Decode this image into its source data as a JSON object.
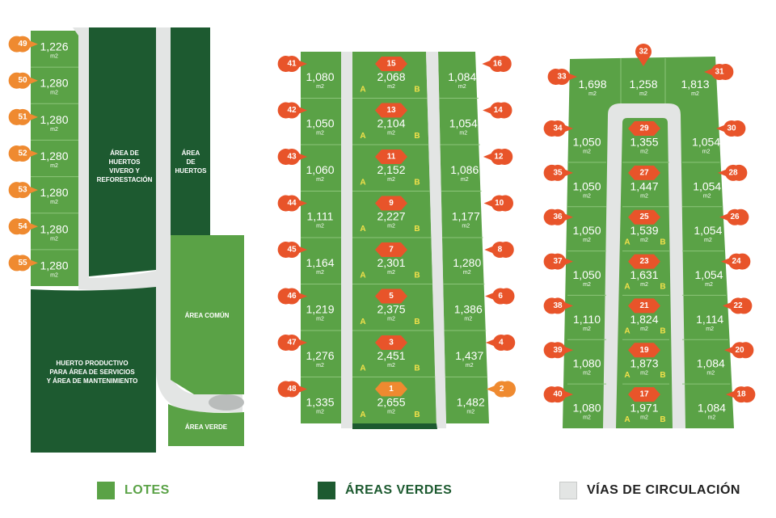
{
  "colors": {
    "lot": "#5aa246",
    "green_area": "#1d5a30",
    "road": "#e3e5e4",
    "pin": "#e8542a",
    "pin_alt": "#ef8a30",
    "ab_label": "#f2e04a",
    "divider": "#8cc47a"
  },
  "unit": "m2",
  "left_block": {
    "lots": [
      {
        "num": "49",
        "area": "1,226"
      },
      {
        "num": "50",
        "area": "1,280"
      },
      {
        "num": "51",
        "area": "1,280"
      },
      {
        "num": "52",
        "area": "1,280"
      },
      {
        "num": "53",
        "area": "1,280"
      },
      {
        "num": "54",
        "area": "1,280"
      },
      {
        "num": "55",
        "area": "1,280"
      }
    ],
    "areas": {
      "vivero": [
        "ÁREA DE",
        "HUERTOS",
        "VIVERO Y",
        "REFORESTACIÓN"
      ],
      "huertos": [
        "ÁREA",
        "DE",
        "HUERTOS"
      ],
      "comun": [
        "ÁREA COMÚN"
      ],
      "productivo": [
        "HUERTO PRODUCTIVO",
        "PARA ÁREA DE SERVICIOS",
        "Y ÁREA DE MANTENIMIENTO"
      ],
      "verde": [
        "ÁREA VERDE"
      ]
    }
  },
  "middle_block": {
    "rows": [
      {
        "left": {
          "num": "41",
          "area": "1,080"
        },
        "center": {
          "num": "15",
          "area": "2,068"
        },
        "right": {
          "num": "16",
          "area": "1,084"
        }
      },
      {
        "left": {
          "num": "42",
          "area": "1,050"
        },
        "center": {
          "num": "13",
          "area": "2,104"
        },
        "right": {
          "num": "14",
          "area": "1,054"
        }
      },
      {
        "left": {
          "num": "43",
          "area": "1,060"
        },
        "center": {
          "num": "11",
          "area": "2,152"
        },
        "right": {
          "num": "12",
          "area": "1,086"
        }
      },
      {
        "left": {
          "num": "44",
          "area": "1,111"
        },
        "center": {
          "num": "9",
          "area": "2,227"
        },
        "right": {
          "num": "10",
          "area": "1,177"
        }
      },
      {
        "left": {
          "num": "45",
          "area": "1,164"
        },
        "center": {
          "num": "7",
          "area": "2,301"
        },
        "right": {
          "num": "8",
          "area": "1,280"
        }
      },
      {
        "left": {
          "num": "46",
          "area": "1,219"
        },
        "center": {
          "num": "5",
          "area": "2,375"
        },
        "right": {
          "num": "6",
          "area": "1,386"
        }
      },
      {
        "left": {
          "num": "47",
          "area": "1,276"
        },
        "center": {
          "num": "3",
          "area": "2,451"
        },
        "right": {
          "num": "4",
          "area": "1,437"
        }
      },
      {
        "left": {
          "num": "48",
          "area": "1,335"
        },
        "center": {
          "num": "1",
          "area": "2,655"
        },
        "right": {
          "num": "2",
          "area": "1,482"
        }
      }
    ]
  },
  "right_block": {
    "top": [
      {
        "num": "33",
        "area": "1,698"
      },
      {
        "num": "32",
        "area": "1,258"
      },
      {
        "num": "31",
        "area": "1,813"
      }
    ],
    "rows": [
      {
        "left": {
          "num": "34",
          "area": "1,050"
        },
        "center": {
          "num": "29",
          "area": "1,355"
        },
        "right": {
          "num": "30",
          "area": "1,054"
        }
      },
      {
        "left": {
          "num": "35",
          "area": "1,050"
        },
        "center": {
          "num": "27",
          "area": "1,447"
        },
        "right": {
          "num": "28",
          "area": "1,054"
        }
      },
      {
        "left": {
          "num": "36",
          "area": "1,050"
        },
        "center": {
          "num": "25",
          "area": "1,539"
        },
        "right": {
          "num": "26",
          "area": "1,054"
        }
      },
      {
        "left": {
          "num": "37",
          "area": "1,050"
        },
        "center": {
          "num": "23",
          "area": "1,631"
        },
        "right": {
          "num": "24",
          "area": "1,054"
        }
      },
      {
        "left": {
          "num": "38",
          "area": "1,110"
        },
        "center": {
          "num": "21",
          "area": "1,824"
        },
        "right": {
          "num": "22",
          "area": "1,114"
        }
      },
      {
        "left": {
          "num": "39",
          "area": "1,080"
        },
        "center": {
          "num": "19",
          "area": "1,873"
        },
        "right": {
          "num": "20",
          "area": "1,084"
        }
      },
      {
        "left": {
          "num": "40",
          "area": "1,080"
        },
        "center": {
          "num": "17",
          "area": "1,971"
        },
        "right": {
          "num": "18",
          "area": "1,084"
        }
      }
    ]
  },
  "legend": {
    "lotes": "LOTES",
    "areas_verdes": "ÁREAS VERDES",
    "vias": "VÍAS DE CIRCULACIÓN"
  }
}
